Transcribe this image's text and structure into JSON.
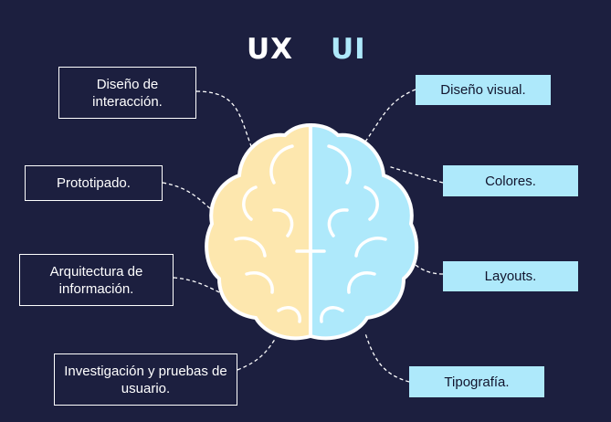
{
  "titles": {
    "ux": "UX",
    "ui": "UI"
  },
  "ux_items": [
    "Diseño de\ninteracción.",
    "Prototipado.",
    "Arquitectura de\ninformación.",
    "Investigación y pruebas de\nusuario."
  ],
  "ui_items": [
    "Diseño visual.",
    "Colores.",
    "Layouts.",
    "Tipografía."
  ],
  "colors": {
    "background": "#1c1f3f",
    "ux_brain": "#fde7ae",
    "ui_brain": "#aee9fb",
    "box_light": "#aee9fb",
    "outline": "#ffffff"
  }
}
